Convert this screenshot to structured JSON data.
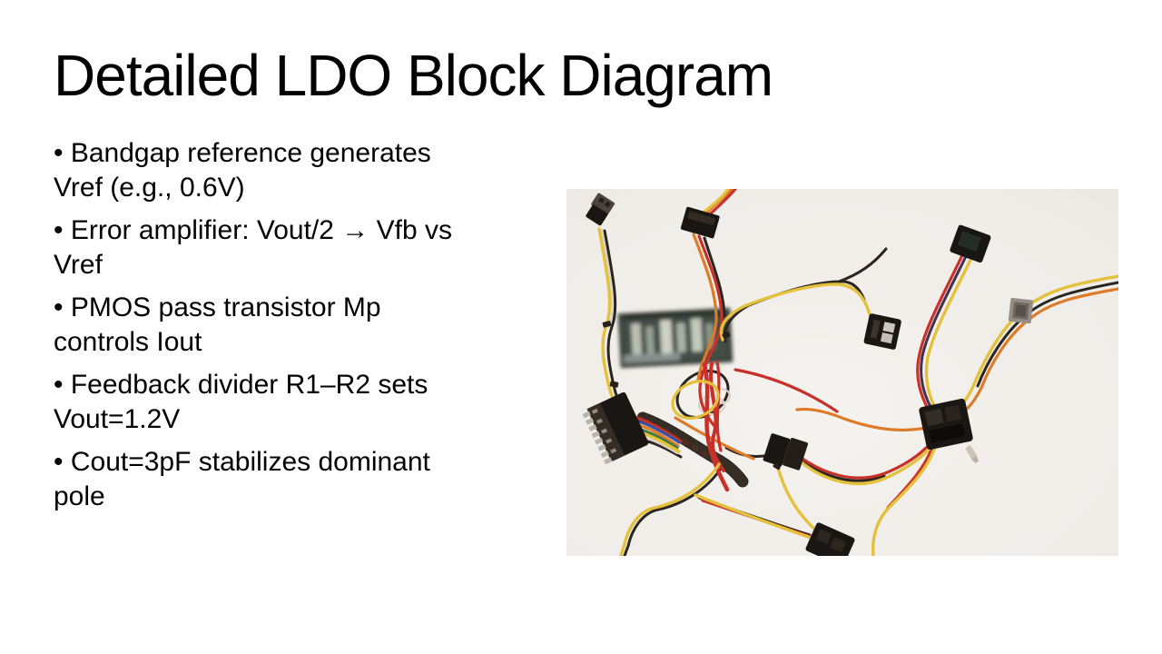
{
  "slide": {
    "background_color": "#ffffff",
    "text_color": "#000000",
    "title": "Detailed LDO Block Diagram",
    "bullets": [
      {
        "lines": [
          "• Bandgap reference generates",
          "Vref (e.g., 0.6V)"
        ]
      },
      {
        "lines": [
          "• Error amplifier: Vout/2 → Vfb vs",
          "Vref"
        ]
      },
      {
        "lines": [
          "• PMOS pass transistor Mp",
          "controls Iout"
        ]
      },
      {
        "lines": [
          "• Feedback divider R1–R2 sets",
          "Vout=1.2V"
        ]
      },
      {
        "lines": [
          "• Cout=3pF stabilizes dominant",
          "pole"
        ]
      }
    ],
    "photo": {
      "alt": "Photo of a computer power-supply wiring harness: tangled yellow, red, orange and black wires, several black connectors (24-pin ATX, PCIE plug, Molex) and a small blurred circuit board on a light gray background",
      "background_color": "#f1eeea",
      "palette": {
        "wire_yellow": "#e4c13c",
        "wire_red": "#c8302a",
        "wire_orange": "#de7b28",
        "wire_black": "#2b2521",
        "wire_purple": "#43304e",
        "wire_green": "#3e7a3c",
        "wire_blue": "#2f54a8",
        "wire_white": "#d9d2c6",
        "connector_black": "#1a1613",
        "clip_gray": "#948e86",
        "pcb_green": "#3c443d",
        "sleeve_dark": "#251f19"
      }
    }
  }
}
